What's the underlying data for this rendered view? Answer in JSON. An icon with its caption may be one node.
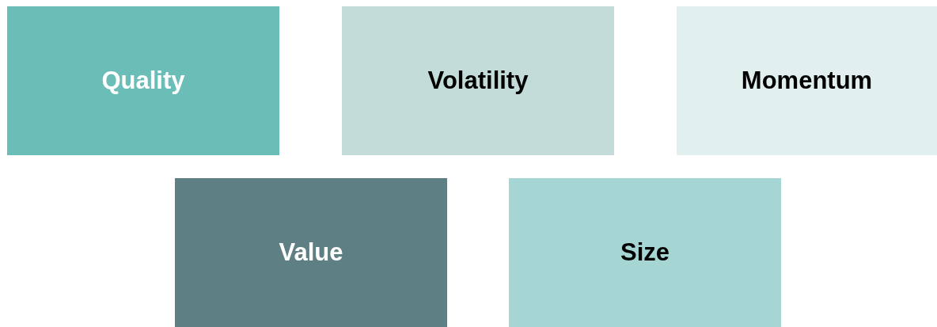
{
  "diagram": {
    "nodes": [
      {
        "text": [
          "Quality"
        ]
      },
      {
        "text": [
          "Volatility"
        ]
      },
      {
        "text": [
          "Momentum"
        ]
      },
      {
        "text": [
          "Value"
        ]
      },
      {
        "text": [
          "Size"
        ]
      }
    ]
  }
}
